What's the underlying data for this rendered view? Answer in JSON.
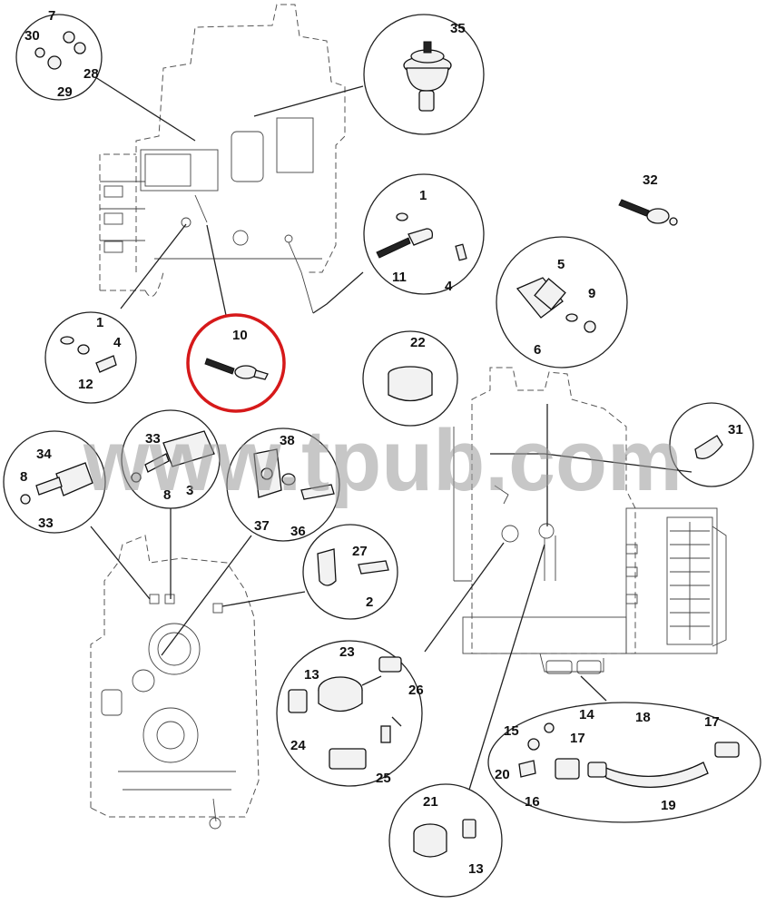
{
  "watermark": "www.tpub.com",
  "highlight_color": "#d6191a",
  "callouts": {
    "c1": [
      "7",
      "30",
      "28",
      "29"
    ],
    "c2": [
      "35"
    ],
    "c3": [
      "1",
      "11",
      "4"
    ],
    "c4": [
      "1",
      "4",
      "12"
    ],
    "c5": [
      "10"
    ],
    "c6": [
      "5",
      "9",
      "6"
    ],
    "c7": [
      "22"
    ],
    "c8": [
      "34",
      "8",
      "33"
    ],
    "c9": [
      "33",
      "8",
      "3"
    ],
    "c10": [
      "38",
      "37",
      "36"
    ],
    "c11": [
      "27",
      "2"
    ],
    "c12": [
      "23",
      "13",
      "26",
      "24",
      "25"
    ],
    "c13": [
      "31"
    ],
    "c14": [
      "14",
      "18",
      "17",
      "15",
      "17",
      "20",
      "16",
      "19"
    ],
    "c15": [
      "21",
      "13"
    ],
    "standalone": [
      "32"
    ]
  }
}
